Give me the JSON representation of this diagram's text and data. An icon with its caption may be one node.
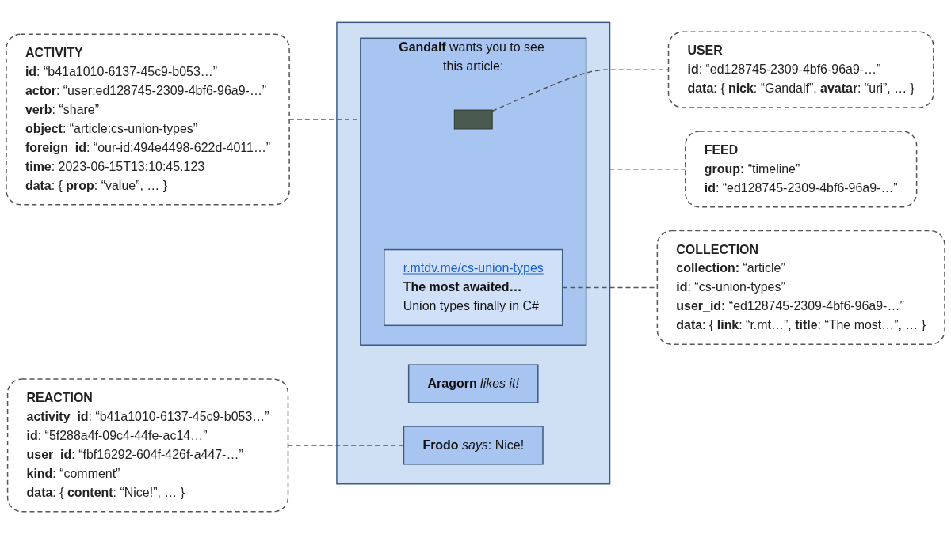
{
  "diagram": {
    "nodes": [
      {
        "text": [
          "ACTIVITY",
          "**id**: “b41a1010-6137-45c9-b053…”",
          "**actor**: “user:ed128745-2309-4bf6-96a9-…”",
          "**verb**: “share”",
          "**object**: “article:cs-union-types”",
          "**foreign_id**: “our-id:494e4498-622d-4011…”",
          "**time**: 2023-06-15T13:10:45.123",
          "**data**: { **prop**: “value”, … }"
        ]
      },
      {
        "text": [
          "REACTION",
          "**activity_id**: “b41a1010-6137-45c9-b053…”",
          "**id**: “5f288a4f-09c4-44fe-ac14…”",
          "**user_id**: “fbf16292-604f-426f-a447-…”",
          "**kind**: “comment”",
          "**data**: { **content**: “Nice!”, … }"
        ]
      },
      {
        "text": [],
        "shape": "box"
      },
      {
        "text": [
          "**Gandalf** wants you to see this article:"
        ],
        "in": 2
      },
      {
        "text": [],
        "shape": "box",
        "in": 3
      },
      {
        "text": [
          "r.mtdv.me/cs-union-types",
          "The most awaited…",
          "Union types finally in C#"
        ],
        "in": 3
      },
      {
        "text": [
          "**Aragorn** *likes it!*"
        ],
        "in": 2
      },
      {
        "text": [
          "**Frodo** *says*: Nice!"
        ],
        "in": 2
      },
      {
        "text": [
          "FEED",
          "**group:** “timeline”",
          "**id**: “ed128745-2309-4bf6-96a9-…”"
        ]
      },
      {
        "text": [
          "USER",
          "**id**: “ed128745-2309-4bf6-96a9-…”",
          "**data**: { **nick**: “Gandalf”, **avatar**: “uri”, … }"
        ]
      },
      {
        "text": [
          "COLLECTION",
          "**collection:** “article”",
          "**id**: “cs-union-types”",
          "**user_id:** “ed128745-2309-4bf6-96a9-…”",
          "**data**: { **link**: “r.mt…”, **title**: “The most…”, … }"
        ]
      }
    ],
    "edges": [
      {
        "from": 0,
        "to": 3,
        "arrow": "none",
        "style": "dashed"
      },
      {
        "from": 1,
        "to": 7,
        "arrow": "none",
        "style": "dashed"
      },
      {
        "from": 2,
        "to": 8,
        "arrow": "none",
        "style": "dashed"
      },
      {
        "from": 4,
        "to": 9,
        "arrow": "none",
        "style": "dashed"
      },
      {
        "from": 5,
        "to": 10,
        "arrow": "none",
        "style": "dashed"
      }
    ]
  }
}
